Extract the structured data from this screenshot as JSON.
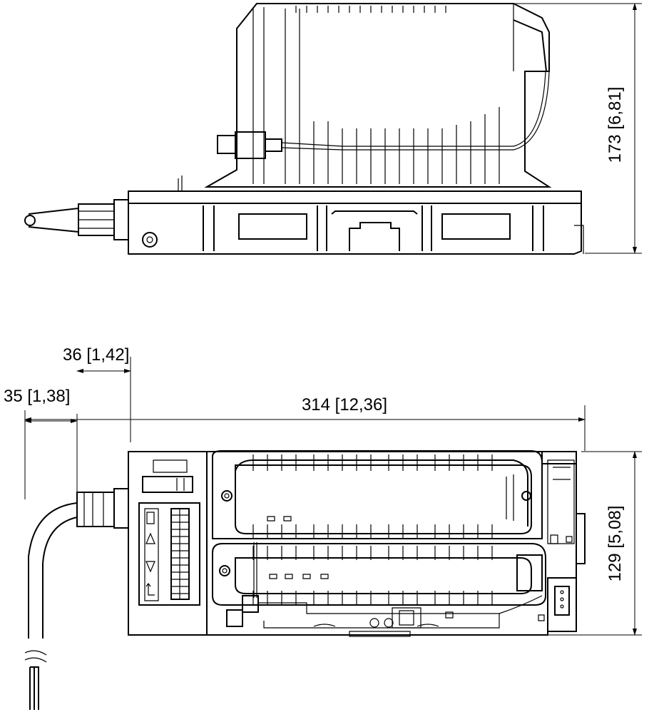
{
  "dimensions": {
    "height": "173 [6,81]",
    "depth": "129 [5,08]",
    "length": "314 [12,36]",
    "offset_36": "36 [1,42]",
    "offset_35": "35 [1,38]"
  },
  "colors": {
    "line": "#000000",
    "background": "#ffffff"
  }
}
